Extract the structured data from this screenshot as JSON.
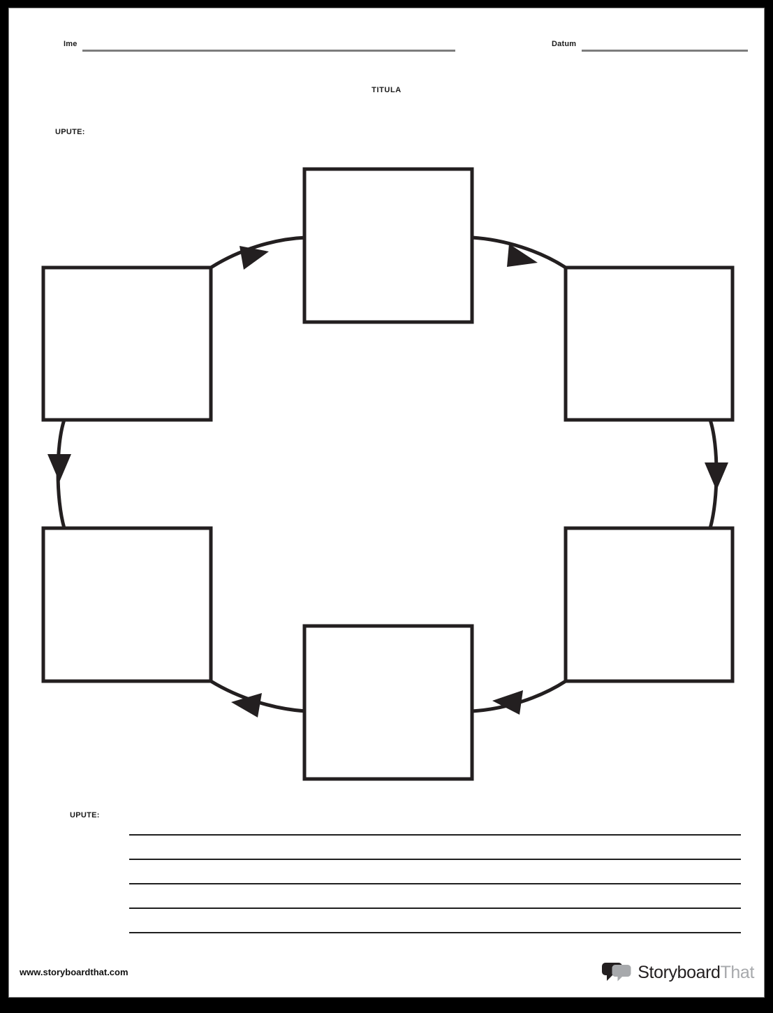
{
  "document": {
    "title": "TITULA",
    "language_note": "hr"
  },
  "header": {
    "name_label": "Ime",
    "date_label": "Datum",
    "name_value": "",
    "date_value": ""
  },
  "instructions": {
    "top_label": "UPUTE:",
    "top_value": "",
    "bottom_label": "UPUTE:",
    "bottom_lines": [
      "",
      "",
      "",
      "",
      ""
    ]
  },
  "diagram": {
    "type": "cycle",
    "direction": "clockwise",
    "cell_count": 6,
    "cells": [
      {
        "id": "cell-top-center",
        "position": "top-center",
        "text": ""
      },
      {
        "id": "cell-top-right",
        "position": "top-right",
        "text": ""
      },
      {
        "id": "cell-bottom-right",
        "position": "bottom-right",
        "text": ""
      },
      {
        "id": "cell-bottom-center",
        "position": "bottom-center",
        "text": ""
      },
      {
        "id": "cell-bottom-left",
        "position": "bottom-left",
        "text": ""
      },
      {
        "id": "cell-top-left",
        "position": "top-left",
        "text": ""
      }
    ],
    "connectors": [
      {
        "id": "arrow-topleft-to-topcenter",
        "from": "cell-top-left",
        "to": "cell-top-center"
      },
      {
        "id": "arrow-topcenter-to-topright",
        "from": "cell-top-center",
        "to": "cell-top-right"
      },
      {
        "id": "arrow-topright-to-bottomright",
        "from": "cell-top-right",
        "to": "cell-bottom-right"
      },
      {
        "id": "arrow-bottomright-to-bottomcenter",
        "from": "cell-bottom-right",
        "to": "cell-bottom-center"
      },
      {
        "id": "arrow-bottomcenter-to-bottomleft",
        "from": "cell-bottom-center",
        "to": "cell-bottom-left"
      },
      {
        "id": "arrow-bottomleft-to-topleft",
        "from": "cell-bottom-left",
        "to": "cell-top-left"
      }
    ]
  },
  "footer": {
    "url": "www.storyboardthat.com",
    "brand_primary": "Storyboard",
    "brand_secondary": "That"
  },
  "colors": {
    "page_border": "#000000",
    "sheet": "#ffffff",
    "ink": "#231f20",
    "rule": "#7d7d7d",
    "brand_light": "#a7a9ac"
  }
}
